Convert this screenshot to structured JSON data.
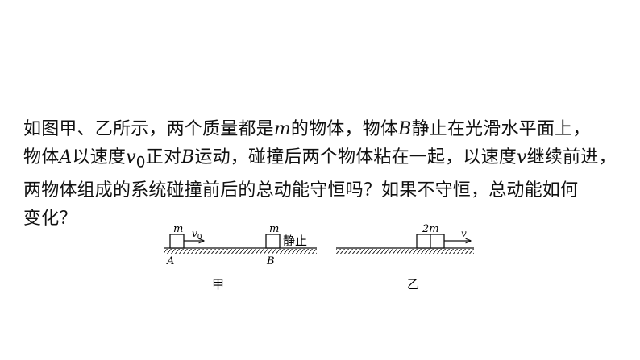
{
  "question": {
    "line1": {
      "t1": "如图甲、乙所示，两个质量都是",
      "v1": "m",
      "t2": "的物体，物体",
      "v2": "B",
      "t3": "静止在光滑水平面上，"
    },
    "line2": {
      "t1": "物体",
      "v1": "A",
      "t2": "以速度",
      "v2": "v",
      "sub2": "0",
      "t3": "正对",
      "v3": "B",
      "t4": "运动，碰撞后两个物体粘在一起，以速度",
      "v4": "v",
      "t5": "继续前进，"
    },
    "line3": "两物体组成的系统碰撞前后的总动能守恒吗？如果不守恒，总动能如何",
    "line4": "变化？"
  },
  "figure_jia": {
    "mass_a": "m",
    "velocity": "v",
    "velocity_sub": "0",
    "label_a": "A",
    "mass_b": "m",
    "rest_label": "静止",
    "label_b": "B",
    "caption": "甲"
  },
  "figure_yi": {
    "mass": "2m",
    "velocity": "v",
    "caption": "乙"
  }
}
